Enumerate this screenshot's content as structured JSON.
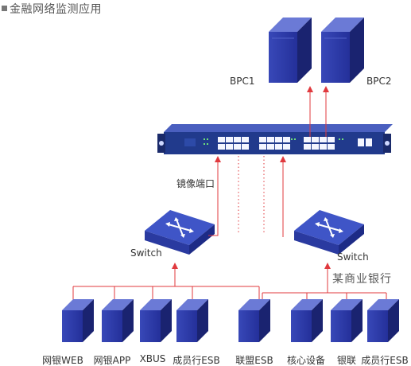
{
  "title": "金融网络监测应用",
  "bpc1_label": "BPC1",
  "bpc2_label": "BPC2",
  "mirror_port_label": "镜像端口",
  "switch_left_label": "Switch",
  "switch_right_label": "Switch",
  "bank_label": "某商业银行",
  "servers": [
    "网银WEB",
    "网银APP",
    "XBUS",
    "成员行ESB",
    "联盟ESB",
    "核心设备",
    "银联",
    "成员行ESB"
  ],
  "colors": {
    "server_front": "#2b3aa8",
    "server_top": "#6b7ad6",
    "server_side": "#1a2370",
    "switch_top": "#3f55c7",
    "switch_side": "#1d2b86",
    "appliance_body": "#213a8c",
    "line_red": "#e0393e",
    "line_dotted": "#e0393e"
  }
}
